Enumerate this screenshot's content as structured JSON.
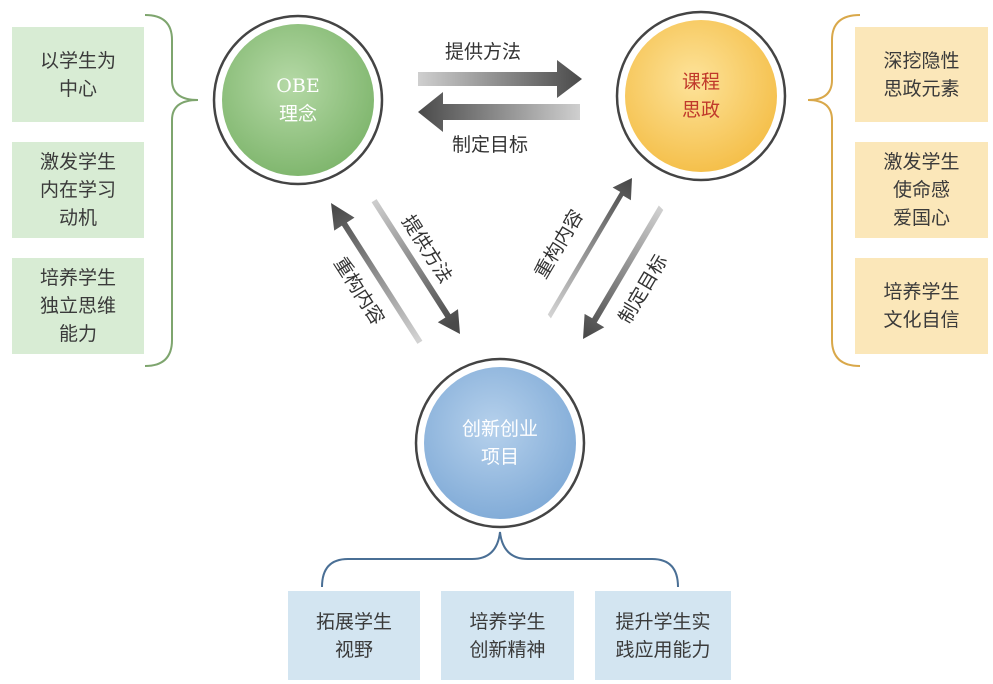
{
  "circles": {
    "obe": {
      "label": "OBE\n理念",
      "fill": "#8dc07c",
      "text_color": "#ffffff"
    },
    "ideology": {
      "label": "课程\n思政",
      "fill": "#f6c455",
      "text_color": "#c0392b"
    },
    "innovation": {
      "label": "创新创业\n项目",
      "fill": "#8db4dc",
      "text_color": "#ffffff"
    }
  },
  "left_boxes": [
    "以学生为\n中心",
    "激发学生\n内在学习\n动机",
    "培养学生\n独立思维\n能力"
  ],
  "right_boxes": [
    "深挖隐性\n思政元素",
    "激发学生\n使命感\n爱国心",
    "培养学生\n文化自信"
  ],
  "bottom_boxes": [
    "拓展学生\n视野",
    "培养学生\n创新精神",
    "提升学生实\n践应用能力"
  ],
  "arrow_labels": {
    "top_upper": "提供方法",
    "top_lower": "制定目标",
    "left_inner": "提供方法",
    "left_outer": "重构内容",
    "right_inner": "重构内容",
    "right_outer": "制定目标"
  },
  "colors": {
    "left_box_bg": "#d8ecd4",
    "right_box_bg": "#fbe7b9",
    "bottom_box_bg": "#d3e5f1",
    "left_brace": "#7ea56e",
    "right_brace": "#d9a84a",
    "bottom_brace": "#4a6f95",
    "arrow_dark": "#4a4a4a",
    "arrow_light": "#c8c8c8"
  }
}
